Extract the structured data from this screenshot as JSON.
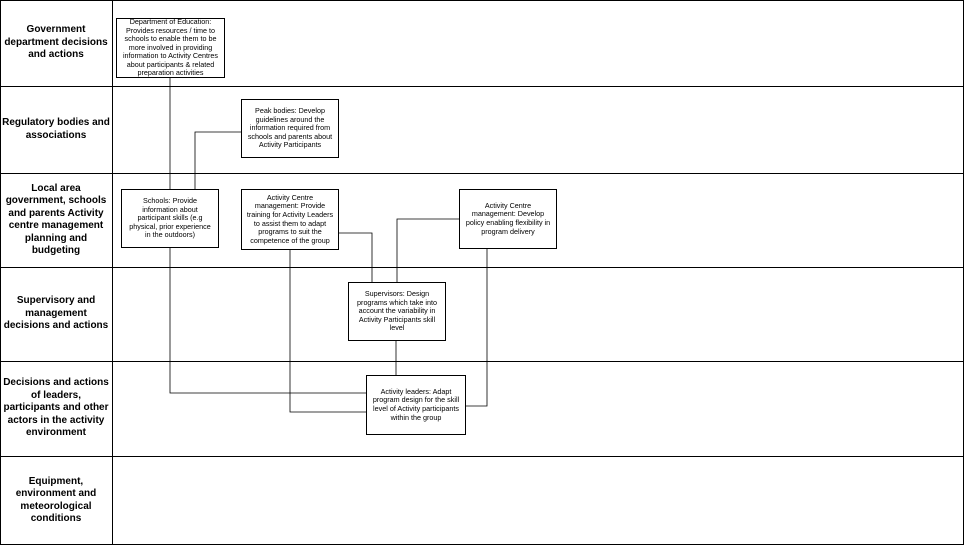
{
  "lanes": [
    {
      "label": "Government department decisions and actions"
    },
    {
      "label": "Regulatory bodies and associations"
    },
    {
      "label": "Local area government, schools and parents Activity centre management planning and budgeting"
    },
    {
      "label": "Supervisory and management decisions and actions"
    },
    {
      "label": "Decisions and actions of leaders, participants and other actors in the activity environment"
    },
    {
      "label": "Equipment, environment and meteorological conditions"
    }
  ],
  "nodes": {
    "doe": {
      "text": "Department of Education: Provides resources / time to schools to enable them to be more involved in providing information to Activity Centres about participants & related preparation activities"
    },
    "peak": {
      "text": "Peak bodies: Develop guidelines around the information required from schools and parents about Activity Participants"
    },
    "schools": {
      "text": "Schools: Provide information about participant skills (e.g physical, prior experience in the outdoors)"
    },
    "acm_training": {
      "text": "Activity Centre management: Provide training for Activity Leaders to assist them to adapt programs to suit the competence of the group"
    },
    "acm_policy": {
      "text": "Activity Centre management: Develop policy enabling flexibility in program delivery"
    },
    "supervisors": {
      "text": "Supervisors: Design programs which take into account the variability in Activity Participants skill level"
    },
    "leaders": {
      "text": "Activity leaders: Adapt program design for the skill level of Activity participants within the group"
    }
  }
}
